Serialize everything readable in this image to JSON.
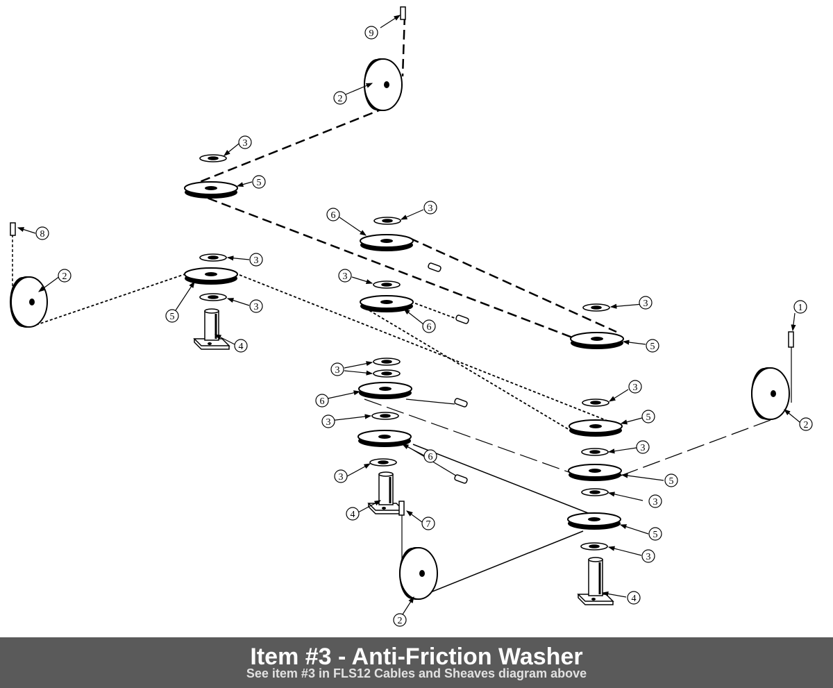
{
  "caption": {
    "title": "Item #3 - Anti-Friction Washer",
    "subtitle": "See item #3 in FLS12 Cables and Sheaves diagram above"
  },
  "callouts": {
    "c1": "1",
    "c2": "2",
    "c3": "3",
    "c4": "4",
    "c5": "5",
    "c6": "6",
    "c7": "7",
    "c8": "8",
    "c9": "9"
  },
  "colors": {
    "ink": "#000000",
    "bar": "#5a5a5a",
    "bg": "#ffffff"
  }
}
